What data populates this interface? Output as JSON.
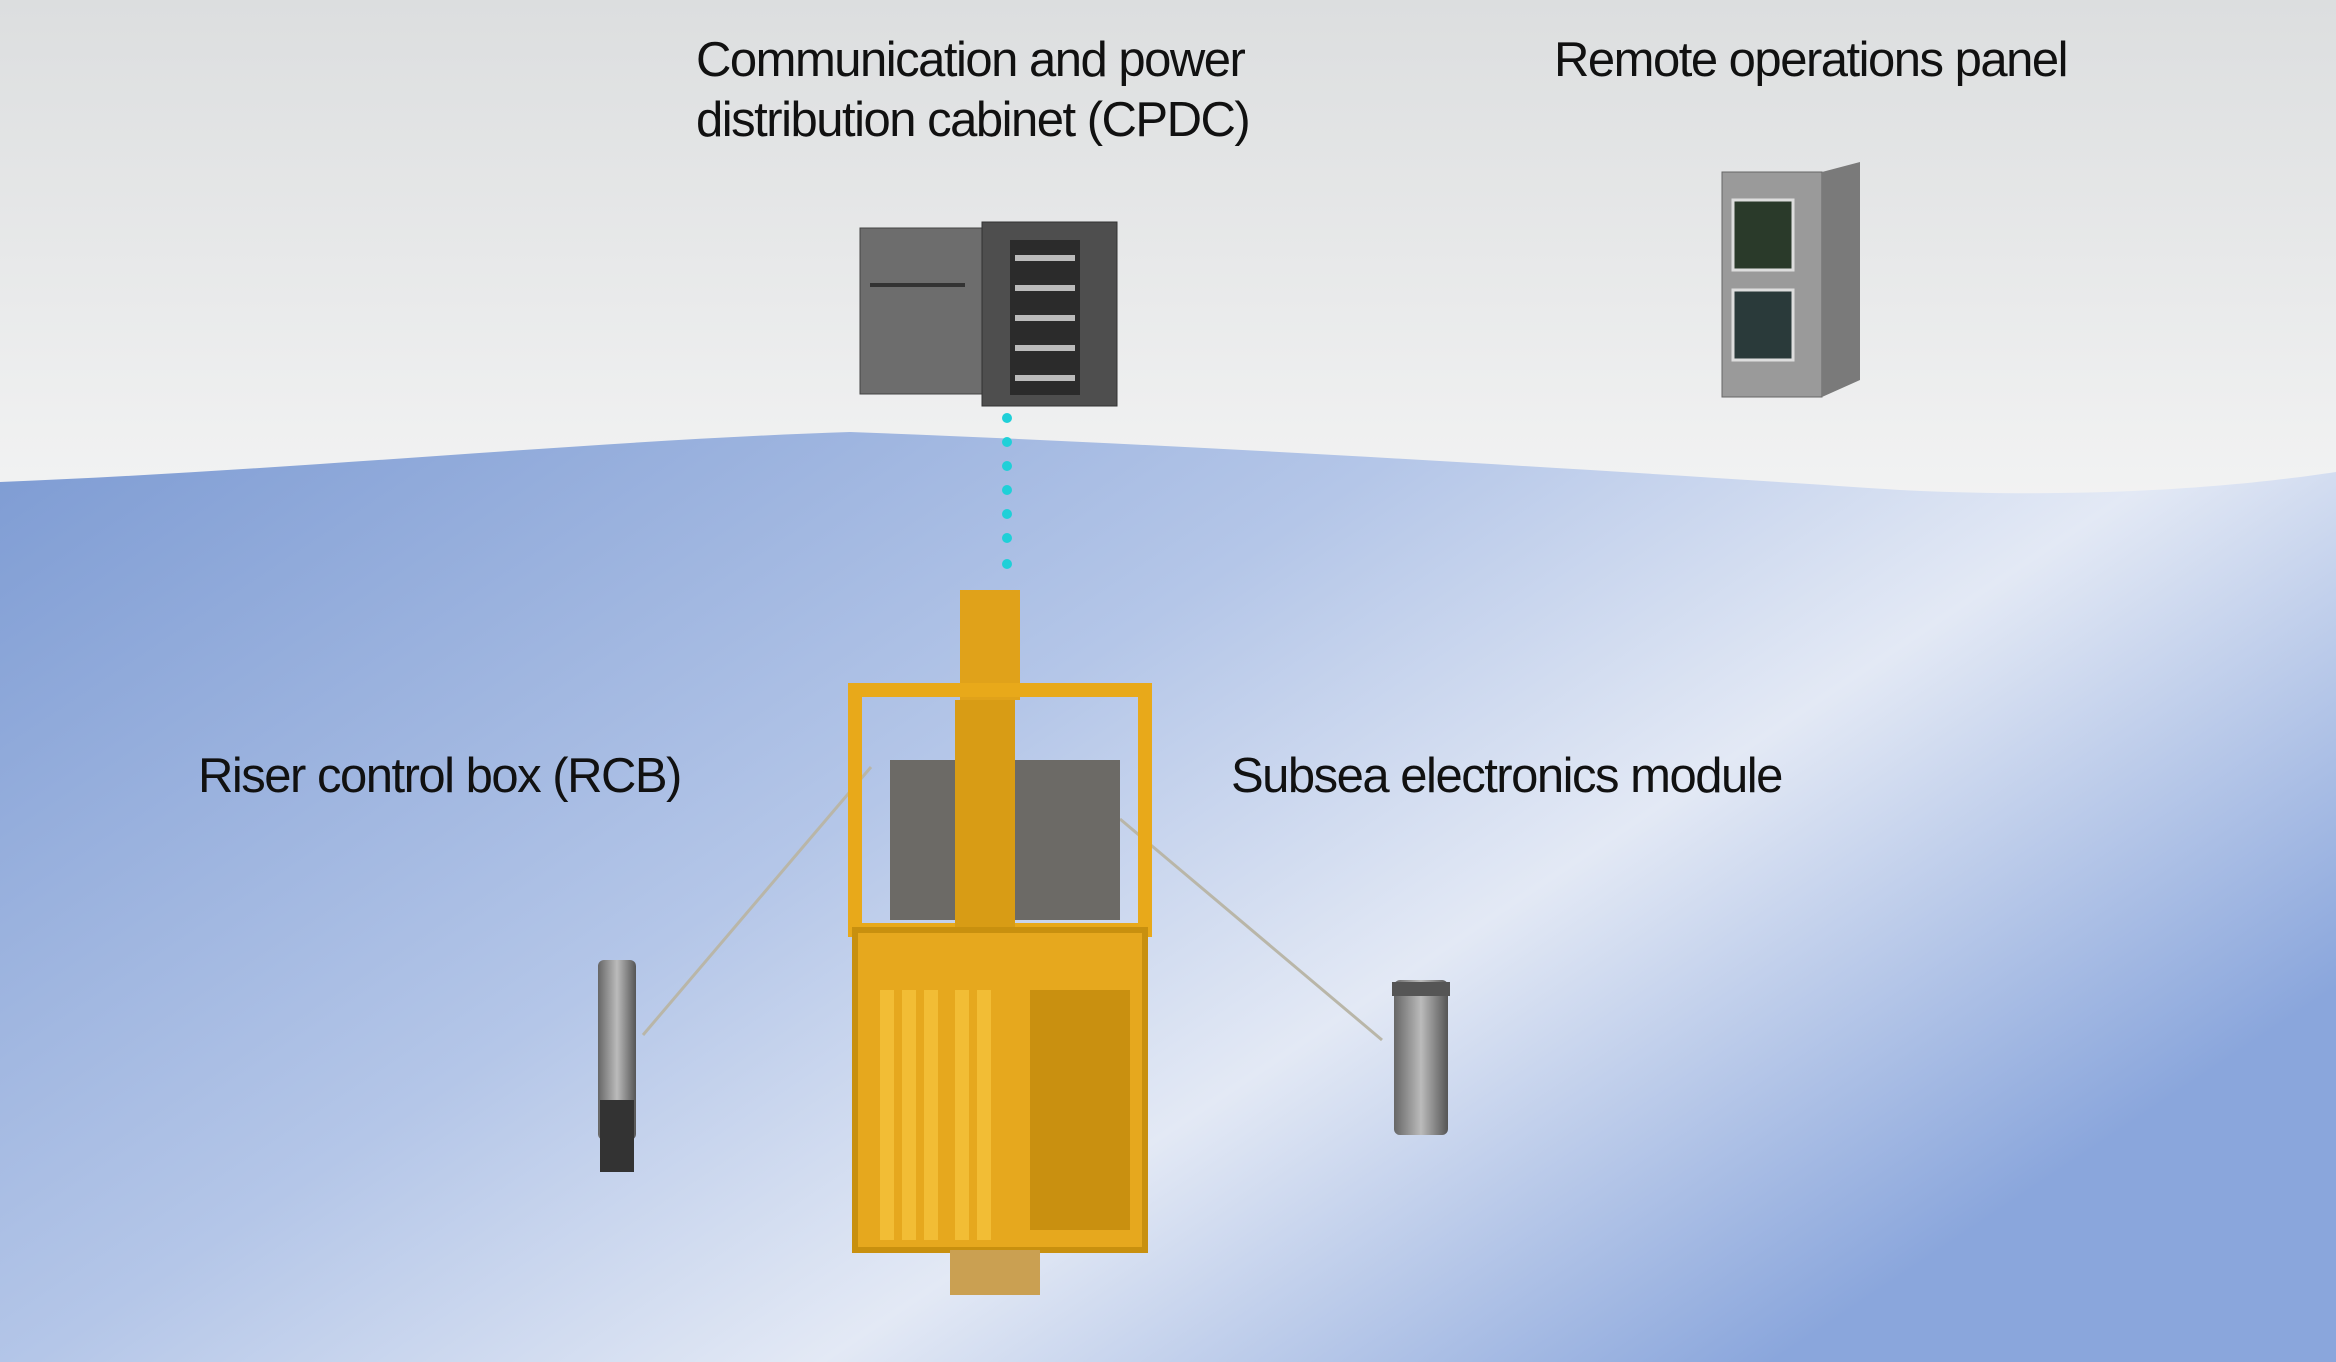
{
  "labels": {
    "cpdc_line1": "Communication and power",
    "cpdc_line2": "distribution cabinet (CPDC)",
    "remote_panel": "Remote operations panel",
    "rcb": "Riser control box (RCB)",
    "sem": "Subsea electronics module"
  },
  "colors": {
    "sky_top": "#dcdedf",
    "sea_dark": "#7f9fd6",
    "sea_light": "#e6ebf6",
    "connection": "#1fd0d8",
    "rig": "#e8a91a"
  }
}
